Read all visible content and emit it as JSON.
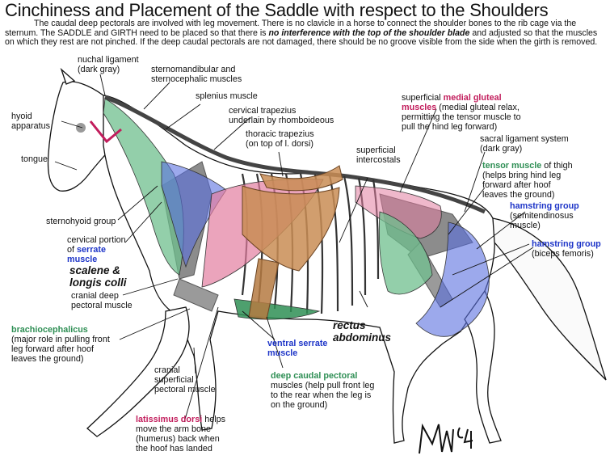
{
  "title": "Cinchiness and Placement of the Saddle with respect to the Shoulders",
  "intro": {
    "part1": "The caudal deep pectorals are involved with leg movement. There is no clavicle in a horse to connect the shoulder bones to the rib cage via the sternum. The SADDLE and GIRTH need to be placed so that there is ",
    "emphasis": "no interference with the top of the shoulder blade",
    "part2": " and adjusted so that the muscles on which they rest are not pinched. If the deep caudal pectorals are not damaged, there should be no groove visible from the side when the girth is removed."
  },
  "labels": {
    "nuchal_1": "nuchal ligament",
    "nuchal_2": "(dark gray)",
    "sternomand_1": "sternomandibular and",
    "sternomand_2": "sternocephalic muscles",
    "splenius": "splenius muscle",
    "hyoid_1": "hyoid",
    "hyoid_2": "apparatus",
    "cerv_trap_1": "cervical trapezius",
    "cerv_trap_2": "underlain by rhomboideous",
    "thor_trap_1": "thoracic trapezius",
    "thor_trap_2": "(on top of l. dorsi)",
    "tongue": "tongue",
    "sup_inter_1": "superficial",
    "sup_inter_2": "intercostals",
    "med_glut_pre": "superficial ",
    "med_glut_name1": "medial gluteal",
    "med_glut_name2": "muscles",
    "med_glut_d1": " (medial gluteal relax,",
    "med_glut_d2": "permitting the tensor muscle to",
    "med_glut_d3": "pull the hind leg forward)",
    "sacral_1": "sacral  ligament system",
    "sacral_2": "(dark gray)",
    "tensor_name": "tensor muscle",
    "tensor_d1": " of thigh",
    "tensor_d2": "(helps bring hind leg",
    "tensor_d3": "forward after hoof",
    "tensor_d4": "leaves the ground)",
    "sternohyoid": "sternohyoid group",
    "ham1_name": "hamstring group",
    "ham1_d1": "(semitendinosus",
    "ham1_d2": "muscle)",
    "cerv_serr_1": "cervical portion",
    "cerv_serr_of": "of ",
    "cerv_serr_name1": "serrate",
    "cerv_serr_name2": "muscle",
    "ham2_name": "hamstring group",
    "ham2_d1": "(biceps femoris)",
    "scalene_1": "scalene &",
    "scalene_2": "longis colli",
    "cran_deep_1": "cranial deep",
    "cran_deep_2": "pectoral muscle",
    "brachio_name": "brachiocephalicus",
    "brachio_d1": "(major role in pulling front",
    "brachio_d2": "leg forward after hoof",
    "brachio_d3": "leaves the ground)",
    "rectus_1": "rectus",
    "rectus_2": "abdominus",
    "vent_serr_1": "ventral serrate",
    "vent_serr_2": "muscle",
    "cran_sup_1": "cranial",
    "cran_sup_2": "superficial",
    "cran_sup_3": "pectoral muscle",
    "deep_caudal_name": "deep caudal pectoral",
    "deep_caudal_d1": "muscles (help pull front leg",
    "deep_caudal_d2": "to the rear when the leg is",
    "deep_caudal_d3": "on the ground)",
    "lat_name": "latissimus dorsi",
    "lat_d1": " helps",
    "lat_d2": "move the arm bone",
    "lat_d3": "(humerus) back when",
    "lat_d4": "the hoof has landed"
  },
  "signature": "MN'94",
  "colors": {
    "green": "#2f8f55",
    "blue": "#1e35c8",
    "magenta": "#c21d5c",
    "saddle": "#c98d55",
    "muscle_green": "#6fbf8e",
    "muscle_blue": "#5a6fe0",
    "muscle_pink": "#e27da0",
    "bone_gray": "#8f8f8f"
  }
}
